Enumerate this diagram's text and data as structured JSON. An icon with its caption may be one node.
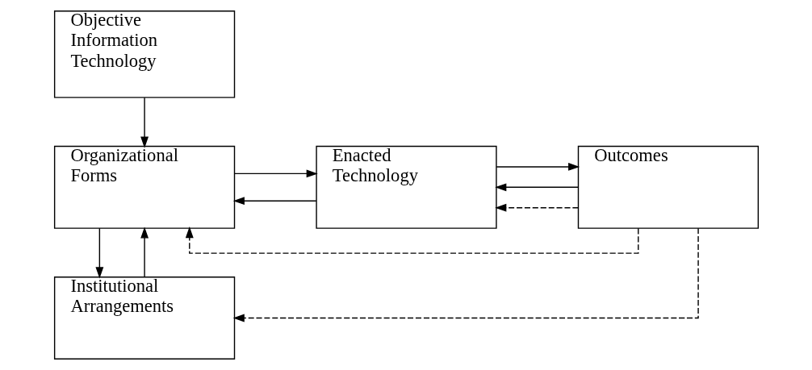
{
  "diagram": {
    "nodes": [
      {
        "text": [
          "Objective Information Technology"
        ]
      },
      {
        "text": [
          "Organizational Forms"
        ]
      },
      {
        "text": [
          "Enacted Technology"
        ]
      },
      {
        "text": [
          "Outcomes"
        ]
      },
      {
        "text": [
          "Institutional Arrangements"
        ]
      }
    ],
    "edges": [
      {
        "from": 0,
        "to": 1,
        "arrow": "to"
      },
      {
        "from": 1,
        "to": 2,
        "arrow": "to"
      },
      {
        "from": 2,
        "to": 1,
        "arrow": "to"
      },
      {
        "from": 2,
        "to": 3,
        "arrow": "to"
      },
      {
        "from": 3,
        "to": 2,
        "arrow": "to"
      },
      {
        "from": 1,
        "to": 4,
        "arrow": "to"
      },
      {
        "from": 4,
        "to": 1,
        "arrow": "to"
      },
      {
        "from": 3,
        "to": 1,
        "arrow": "to",
        "style": "dashed"
      },
      {
        "from": 3,
        "to": 2,
        "arrow": "to",
        "style": "dashed"
      },
      {
        "from": 3,
        "to": 4,
        "arrow": "to",
        "style": "dashed"
      }
    ]
  }
}
